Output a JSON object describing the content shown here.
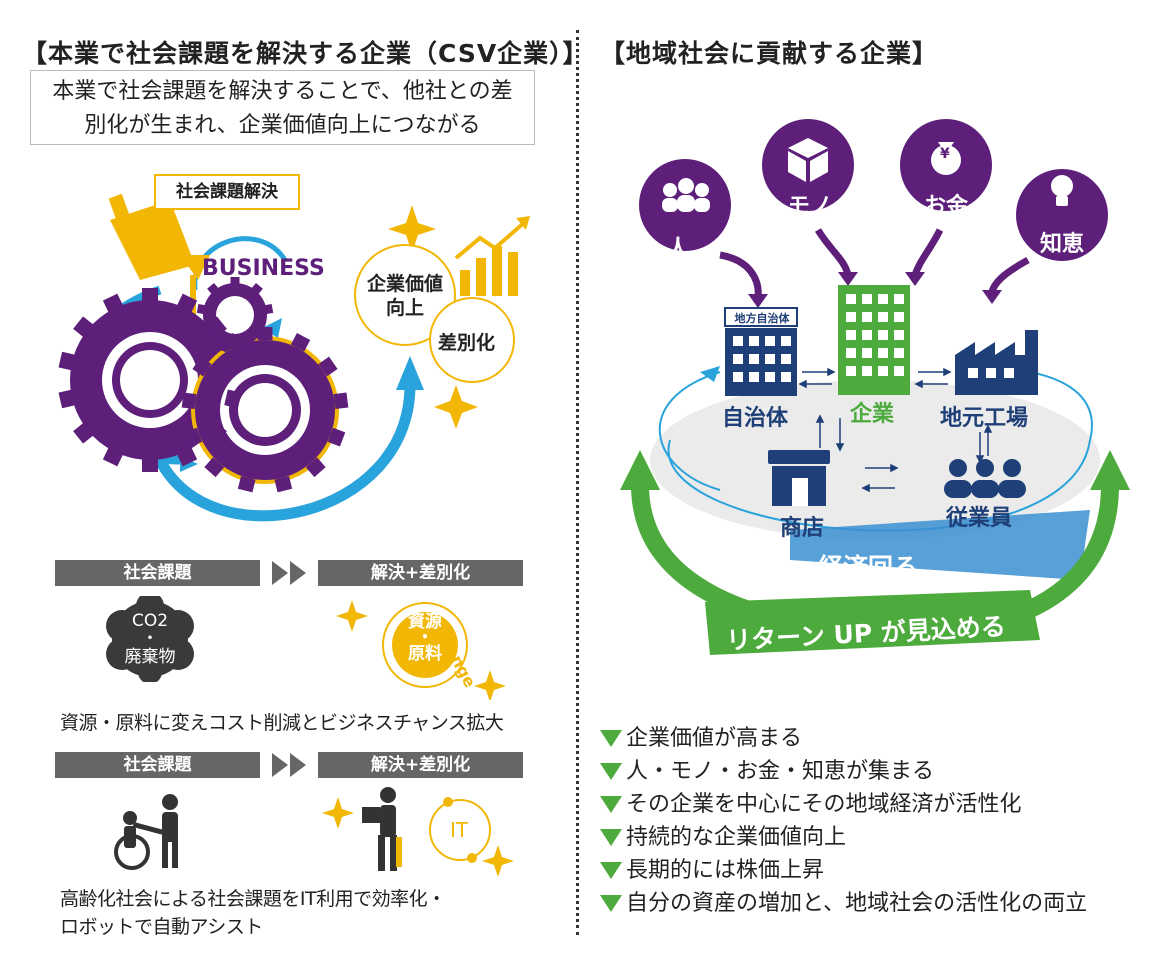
{
  "left": {
    "title": "【本業で社会課題を解決する企業（CSV企業）】",
    "lead_line1": "本業で社会課題を解決することで、他社との差",
    "lead_line2": "別化が生まれ、企業価値向上につながる",
    "bubble": "社会課題解決",
    "business": "BUSINESS",
    "value_up_1": "企業価値",
    "value_up_2": "向上",
    "differentiation": "差別化",
    "row1": {
      "issue": "社会課題",
      "solution": "解決+差別化",
      "co2_line1": "CO2",
      "co2_dot": "・",
      "co2_line2": "廃棄物",
      "res_line1": "資源",
      "res_dot": "・",
      "res_line2": "原料",
      "change": "Change",
      "caption": "資源・原料に変えコスト削減とビジネスチャンス拡大"
    },
    "row2": {
      "issue": "社会課題",
      "solution": "解決+差別化",
      "it": "IT",
      "caption1": "高齢化社会による社会課題をIT利用で効率化・",
      "caption2": "ロボットで自動アシスト"
    }
  },
  "right": {
    "title": "【地域社会に貢献する企業】",
    "resources": [
      "人",
      "モノ",
      "お金",
      "知恵"
    ],
    "yen": "¥",
    "gov_sign": "地方自治体",
    "gov": "自治体",
    "company": "企業",
    "factory": "地元工場",
    "shop": "商店",
    "employees": "従業員",
    "economy": "経済回る",
    "return": "リターン UP が見込める",
    "bullets": [
      "企業価値が高まる",
      "人・モノ・お金・知恵が集まる",
      "その企業を中心にその地域経済が活性化",
      "持続的な企業価値向上",
      "長期的には株価上昇",
      "自分の資産の増加と、地域社会の活性化の両立"
    ]
  },
  "colors": {
    "purple": "#5d1f7a",
    "blue": "#29a3dc",
    "yellow": "#f2b705",
    "green": "#4daa3c",
    "navy": "#1f3f78",
    "gray": "#666666"
  }
}
